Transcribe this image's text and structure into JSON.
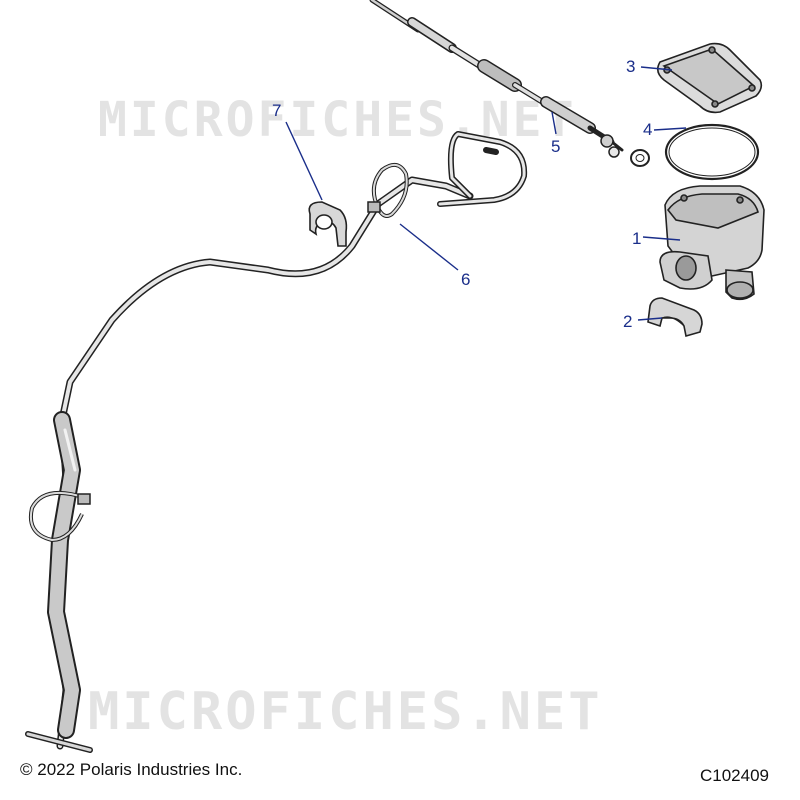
{
  "watermark": "MICROFICHES.NET",
  "callouts": [
    {
      "id": "1",
      "label": "1"
    },
    {
      "id": "2",
      "label": "2"
    },
    {
      "id": "3",
      "label": "3"
    },
    {
      "id": "4",
      "label": "4"
    },
    {
      "id": "5",
      "label": "5"
    },
    {
      "id": "6",
      "label": "6"
    },
    {
      "id": "7",
      "label": "7"
    }
  ],
  "footer": {
    "copyright": "© 2022 Polaris Industries Inc.",
    "diagram_code": "C102409"
  },
  "colors": {
    "callout": "#1a2e8a",
    "line": "#222222",
    "part_fill": "#d9d9d9",
    "watermark": "#e3e3e3"
  }
}
